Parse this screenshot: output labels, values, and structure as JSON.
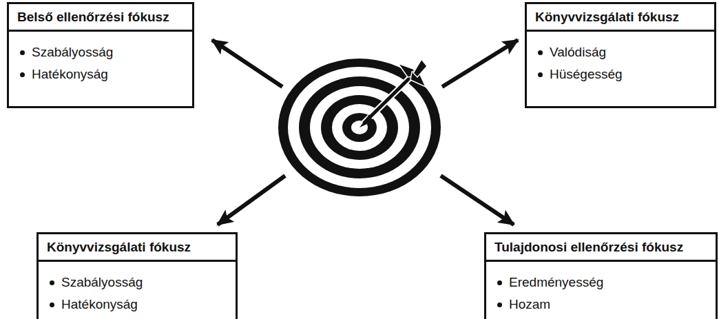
{
  "diagram": {
    "nodes": [
      {
        "text": [
          "Belső ellenőrzési fókusz",
          "Szabályosság",
          "Hatékonyság"
        ]
      },
      {
        "text": [
          "Könyvvizsgálati fókusz",
          "Valódiság",
          "Hüségesség"
        ]
      },
      {
        "text": [
          "Könyvvizsgálati fókusz",
          "Szabályosság",
          "Hatékonyság"
        ]
      },
      {
        "text": [
          "Tulajdonosi ellenőrzési fókusz",
          "Eredményesség",
          "Hozam"
        ]
      }
    ]
  }
}
